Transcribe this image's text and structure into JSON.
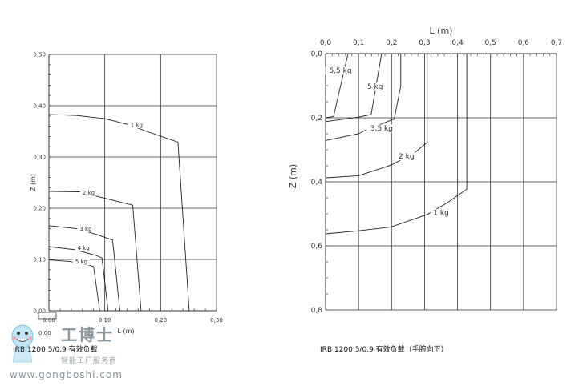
{
  "captions": {
    "left": "IRB 1200 5/0.9 有效负载",
    "right": "IRB 1200 5/0.9 有效负载（手腕向下）"
  },
  "watermark": {
    "brand": "工博士",
    "slogan": "智能工厂服务商",
    "url": "www.gongboshi.com",
    "origin_label": "0,00"
  },
  "colors": {
    "line": "#222222",
    "grid": "#333333",
    "text": "#333333"
  },
  "chart_data": [
    {
      "type": "line",
      "title": "",
      "xlabel": "L (m)",
      "ylabel": "Z (m)",
      "xlim": [
        0,
        0.3
      ],
      "ylim": [
        0,
        0.5
      ],
      "x_axis_position": "bottom",
      "y_inverted": false,
      "xticks": [
        0,
        0.1,
        0.2,
        0.3
      ],
      "xtick_labels": [
        "0,00",
        "0,10",
        "0,20",
        "0,30"
      ],
      "yticks": [
        0,
        0.1,
        0.2,
        0.3,
        0.4,
        0.5
      ],
      "ytick_labels": [
        "0,00",
        "0,10",
        "0,20",
        "0,30",
        "0,40",
        "0,50"
      ],
      "grid": true,
      "series": [
        {
          "name": "1 kg",
          "label_at": [
            0.157,
            0.36
          ],
          "points": [
            [
              0,
              0.383
            ],
            [
              0.05,
              0.381
            ],
            [
              0.099,
              0.375
            ],
            [
              0.143,
              0.363
            ],
            [
              0.175,
              0.35
            ],
            [
              0.231,
              0.329
            ],
            [
              0.251,
              0
            ]
          ]
        },
        {
          "name": "2 kg",
          "label_at": [
            0.071,
            0.228
          ],
          "points": [
            [
              0,
              0.233
            ],
            [
              0.055,
              0.232
            ],
            [
              0.087,
              0.223
            ],
            [
              0.15,
              0.206
            ],
            [
              0.165,
              0
            ]
          ]
        },
        {
          "name": "3 kg",
          "label_at": [
            0.066,
            0.157
          ],
          "points": [
            [
              0,
              0.166
            ],
            [
              0.05,
              0.16
            ],
            [
              0.084,
              0.149
            ],
            [
              0.114,
              0.138
            ],
            [
              0.127,
              0
            ]
          ]
        },
        {
          "name": "4 kg",
          "label_at": [
            0.062,
            0.12
          ],
          "points": [
            [
              0,
              0.125
            ],
            [
              0.046,
              0.119
            ],
            [
              0.084,
              0.108
            ],
            [
              0.095,
              0.103
            ],
            [
              0.106,
              0
            ]
          ]
        },
        {
          "name": "5 kg",
          "label_at": [
            0.058,
            0.093
          ],
          "points": [
            [
              0,
              0.099
            ],
            [
              0.038,
              0.096
            ],
            [
              0.072,
              0.089
            ],
            [
              0.08,
              0.086
            ],
            [
              0.091,
              0
            ]
          ]
        }
      ]
    },
    {
      "type": "line",
      "title": "",
      "xlabel": "L (m)",
      "ylabel": "Z (m)",
      "xlim": [
        0,
        0.7
      ],
      "ylim": [
        0,
        0.8
      ],
      "x_axis_position": "top",
      "y_inverted": true,
      "xticks": [
        0,
        0.1,
        0.2,
        0.3,
        0.4,
        0.5,
        0.6,
        0.7
      ],
      "xtick_labels": [
        "0,0",
        "0,1",
        "0,2",
        "0,3",
        "0,4",
        "0,5",
        "0,6",
        "0,7"
      ],
      "yticks": [
        0,
        0.2,
        0.4,
        0.6,
        0.8
      ],
      "ytick_labels": [
        "0,0",
        "0,2",
        "0,4",
        "0,6",
        "0,8"
      ],
      "grid": true,
      "series": [
        {
          "name": "5,5 kg",
          "label_at": [
            0.045,
            0.058
          ],
          "points": [
            [
              0.068,
              0
            ],
            [
              0.024,
              0.196
            ],
            [
              0,
              0.2
            ]
          ]
        },
        {
          "name": "5 kg",
          "label_at": [
            0.15,
            0.108
          ],
          "points": [
            [
              0.17,
              0
            ],
            [
              0.138,
              0.19
            ],
            [
              0.1,
              0.198
            ],
            [
              0,
              0.212
            ]
          ]
        },
        {
          "name": "3,5 kg",
          "label_at": [
            0.17,
            0.238
          ],
          "points": [
            [
              0.228,
              0
            ],
            [
              0.228,
              0.1
            ],
            [
              0.208,
              0.204
            ],
            [
              0.123,
              0.2375
            ],
            [
              0.1,
              0.25
            ],
            [
              0,
              0.271
            ]
          ]
        },
        {
          "name": "2 kg",
          "label_at": [
            0.245,
            0.325
          ],
          "points": [
            [
              0.308,
              0
            ],
            [
              0.308,
              0.277
            ],
            [
              0.269,
              0.31
            ],
            [
              0.198,
              0.348
            ],
            [
              0.1,
              0.381
            ],
            [
              0,
              0.3875
            ]
          ]
        },
        {
          "name": "1 kg",
          "label_at": [
            0.35,
            0.502
          ],
          "points": [
            [
              0.428,
              0
            ],
            [
              0.428,
              0.423
            ],
            [
              0.374,
              0.462
            ],
            [
              0.309,
              0.502
            ],
            [
              0.198,
              0.541
            ],
            [
              0.1,
              0.553
            ],
            [
              0,
              0.5625
            ]
          ]
        }
      ]
    }
  ]
}
